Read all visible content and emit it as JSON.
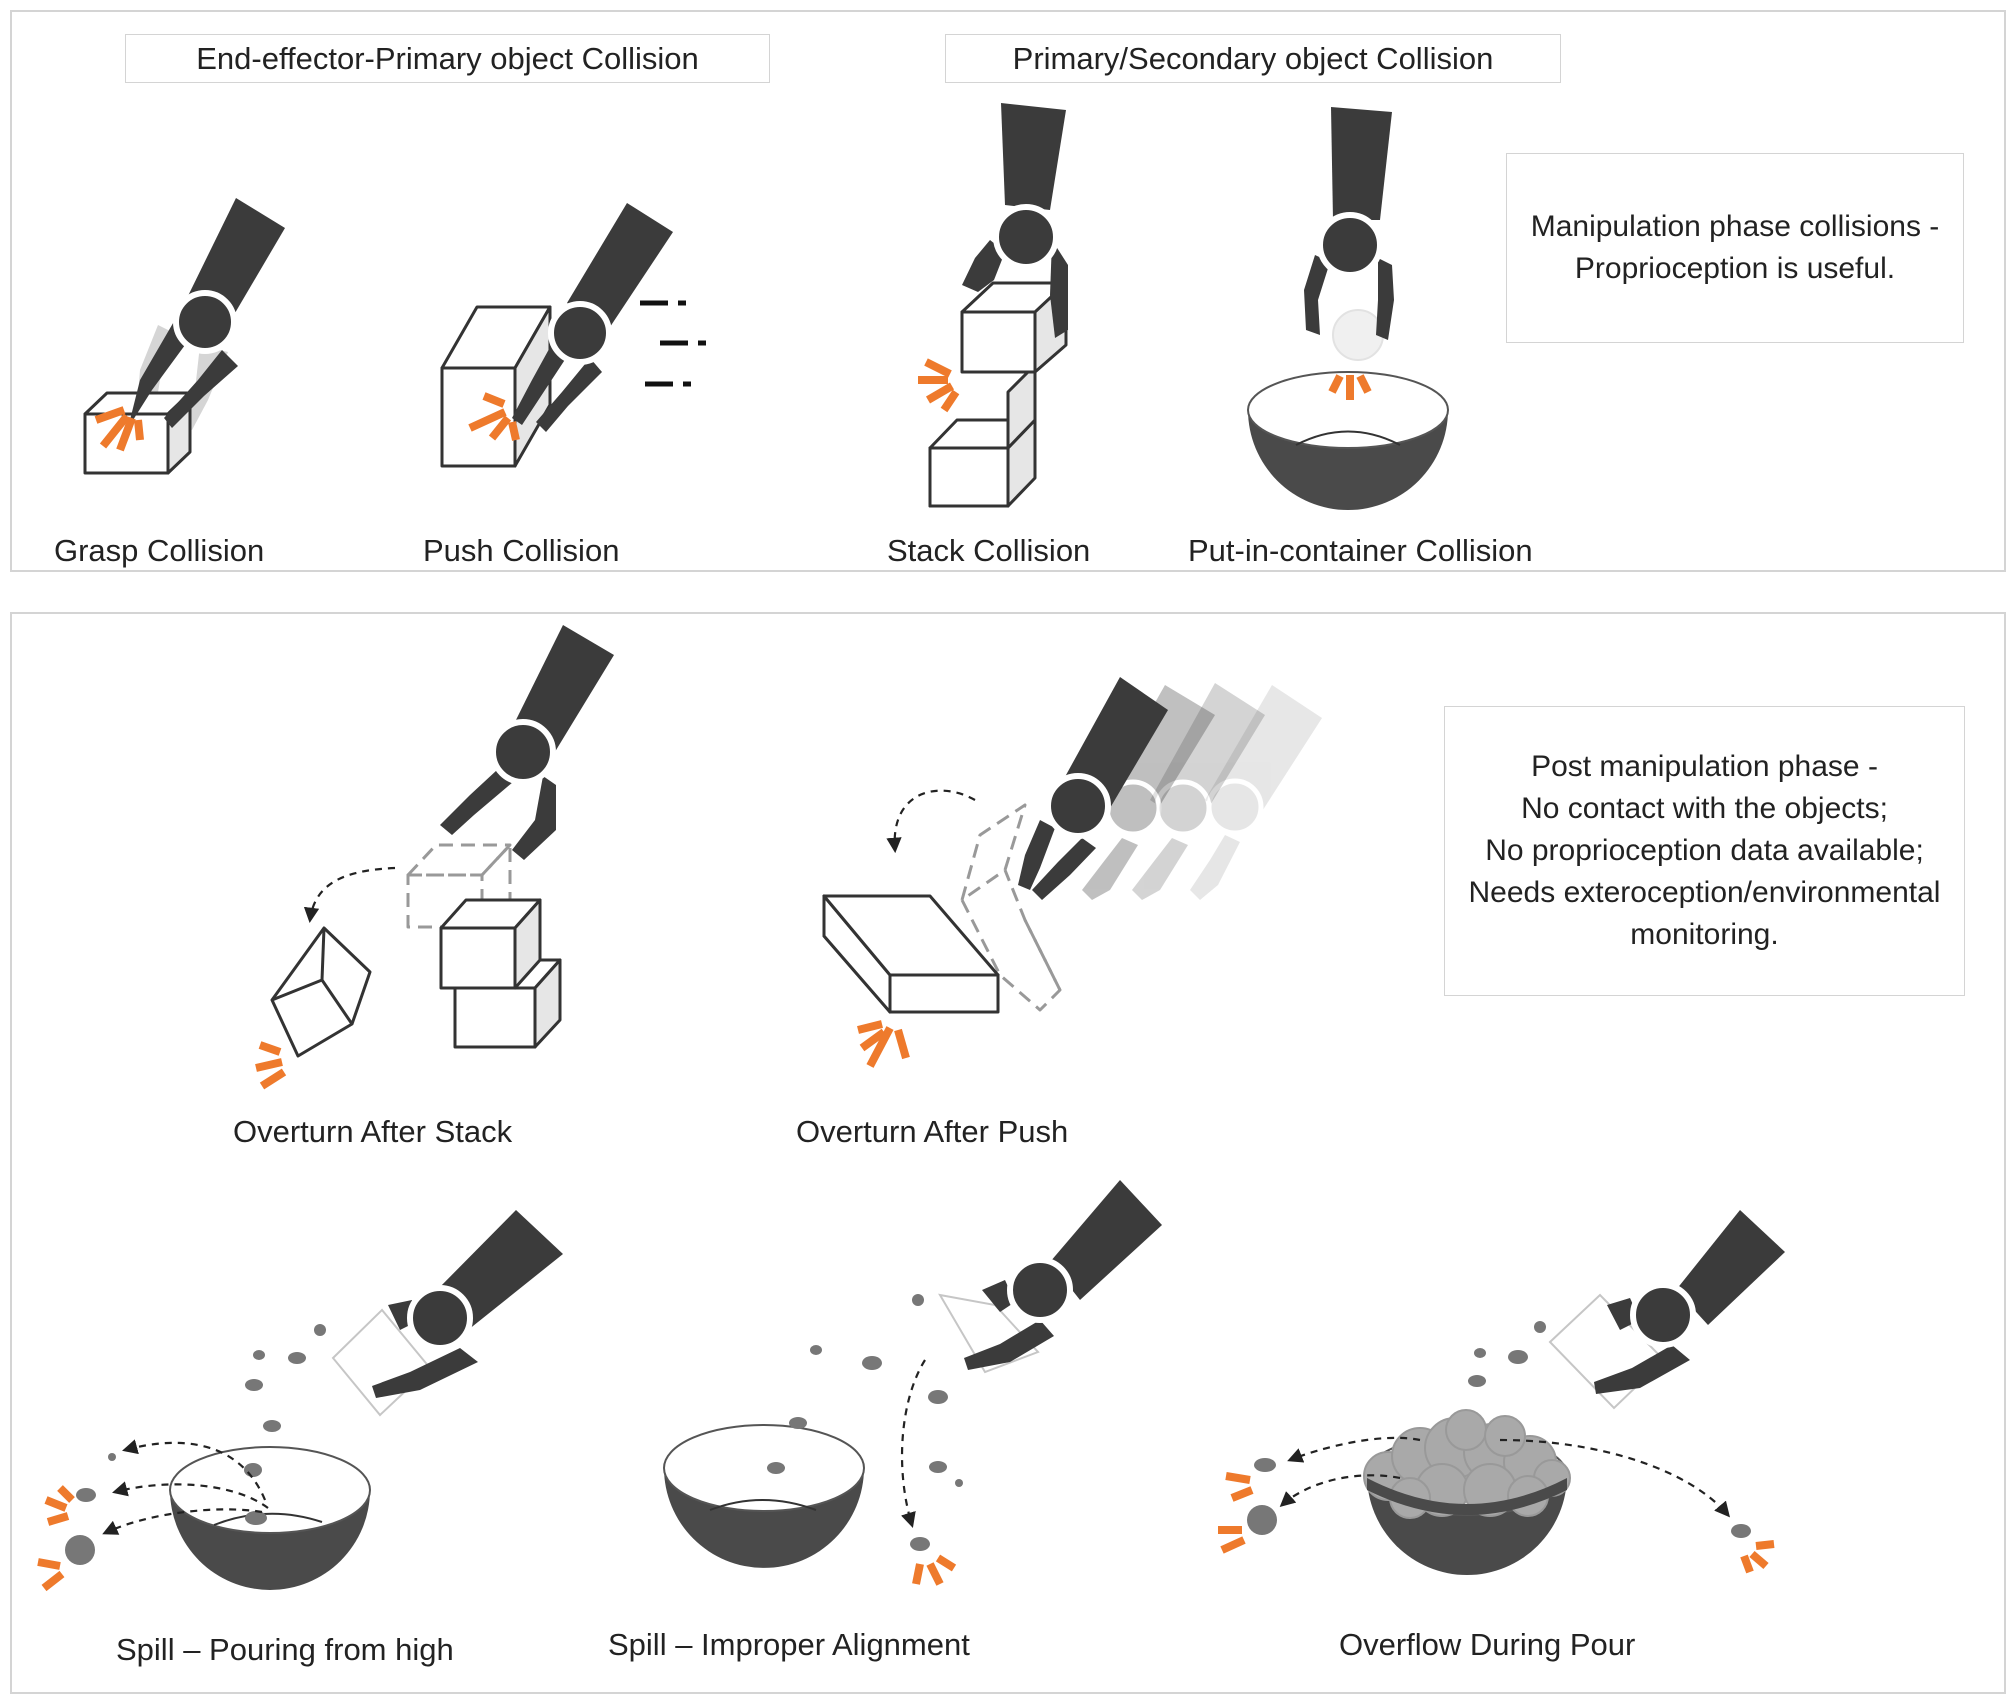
{
  "top_panel": {
    "header_left": "End-effector-Primary object Collision",
    "header_right": "Primary/Secondary object Collision",
    "note_lines": [
      "Manipulation phase collisions -",
      "Proprioception is useful."
    ],
    "captions": {
      "grasp": "Grasp Collision",
      "push": "Push Collision",
      "stack": "Stack Collision",
      "put_in_container": "Put-in-container Collision"
    }
  },
  "bottom_panel": {
    "note_lines": [
      "Post manipulation phase -",
      "No contact with the objects;",
      "No proprioception data available;",
      "Needs exteroception/environmental",
      "monitoring."
    ],
    "captions": {
      "overturn_stack": "Overturn After Stack",
      "overturn_push": "Overturn After Push",
      "spill_high": "Spill – Pouring from high",
      "spill_alignment": "Spill – Improper Alignment",
      "overflow": "Overflow During Pour"
    }
  },
  "colors": {
    "arm": "#3b3b3b",
    "impact": "#ee7a2c",
    "panel_border": "#d4d4d4"
  }
}
